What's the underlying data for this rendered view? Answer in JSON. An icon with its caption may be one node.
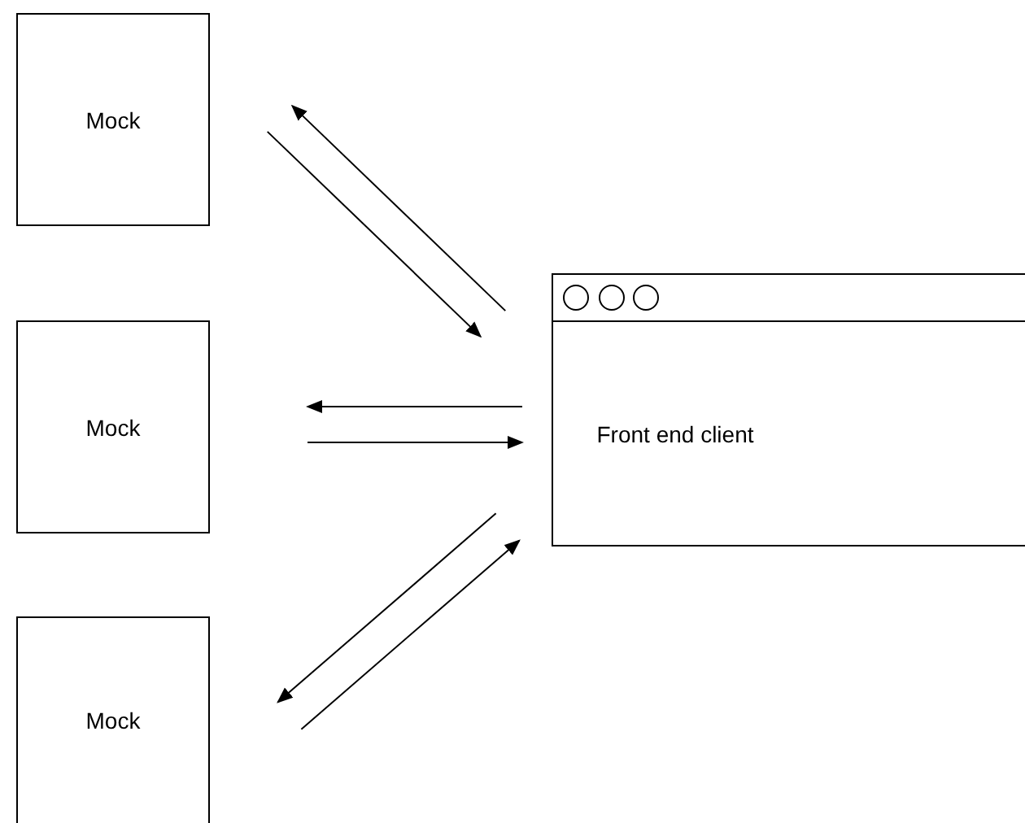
{
  "diagram": {
    "nodes": [
      {
        "text": [
          "Mock"
        ]
      },
      {
        "text": [
          "Mock"
        ]
      },
      {
        "text": [
          "Mock"
        ]
      },
      {
        "text": [
          "Front end client"
        ]
      }
    ],
    "edges": [
      {
        "from": 3,
        "to": 0,
        "arrow": "to"
      },
      {
        "from": 0,
        "to": 3,
        "arrow": "to"
      },
      {
        "from": 3,
        "to": 1,
        "arrow": "to"
      },
      {
        "from": 1,
        "to": 3,
        "arrow": "to"
      },
      {
        "from": 3,
        "to": 2,
        "arrow": "to"
      },
      {
        "from": 2,
        "to": 3,
        "arrow": "to"
      }
    ]
  }
}
